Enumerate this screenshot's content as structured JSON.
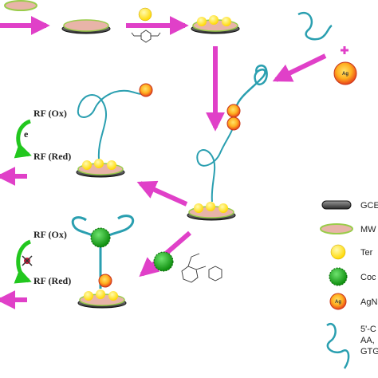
{
  "labels": {
    "rf_ox_top": "RF (Ox)",
    "rf_red_top": "RF (Red)",
    "electron_top": "e",
    "rf_ox_bottom": "RF (Ox)",
    "rf_red_bottom": "RF (Red)",
    "agnp_symbol": "Ag"
  },
  "legend": {
    "gce": "GCE",
    "mwcnt": "MW",
    "terephthalaldehyde": "Ter",
    "cocaine": "Coc",
    "agnp": "AgN",
    "dna_line1": "5'-C",
    "dna_line2": "AA,",
    "dna_line3": "GTG"
  },
  "colors": {
    "arrow": "#e040c8",
    "green_arc": "#22c71e",
    "strand": "#2a9fb0",
    "au_yellow": "#ffe81a",
    "cocaine_green": "#1aa81a",
    "ag_red": "#e8401a",
    "electrode": "#333333",
    "mwcnt_pink": "#e8b4a8"
  },
  "icons": [
    "arrow-right-icon",
    "arrow-down-icon",
    "arrow-left-icon",
    "plus-icon",
    "blocked-electron-icon",
    "cocaine-molecule-icon",
    "terephthalaldehyde-molecule-icon"
  ]
}
